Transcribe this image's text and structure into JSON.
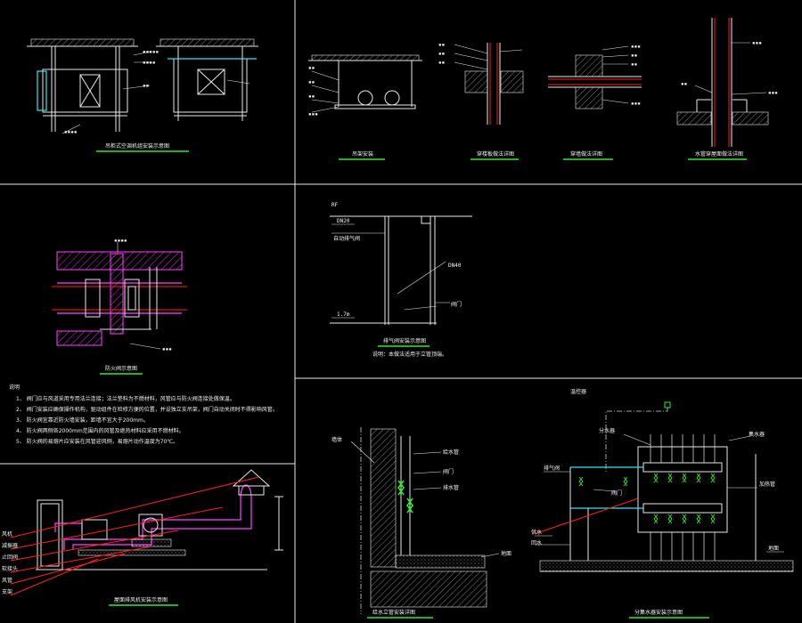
{
  "sheet": {
    "background": "#000000",
    "colors": {
      "line": "#e8e8e8",
      "title_underline": "#30e830",
      "duct": "#ff40ff",
      "leader": "#ff2020",
      "pipe": "#30e8f0",
      "valve": "#30e830",
      "fill_yellow": "#f0e000"
    }
  },
  "panels": {
    "p1": {
      "title": "吊柜式空调机组安装示意图"
    },
    "p2": {
      "title": "吊架安装"
    },
    "p3": {
      "title": "穿楼板做法详图"
    },
    "p4": {
      "title": "穿墙做法详图"
    },
    "p5": {
      "title": "水管穿屋面做法详图"
    },
    "p6": {
      "title": "防火阀示意图",
      "notes_header": "说明",
      "notes": [
        "1、 阀门应与风道采用专用法兰连接；法兰垫料为不燃材料，风管应与防火阀连接处做保温。",
        "2、 阀门安装应确保操作机构，驱动组件在检修方便的位置，并设独立支吊架，阀门自动关闭时不得影响风管。",
        "3、 防火阀宜靠近防火墙安装，距墙不宜大于200mm。",
        "4、 防火阀两侧各2000mm范围内的风管及绝热材料应采用不燃材料。",
        "5、 防火阀的易熔片应安装在风管迎风侧，易熔片动作温度为70℃。"
      ]
    },
    "p7": {
      "title": "排气阀安装示意图",
      "labels": [
        "RF",
        "DN20",
        "1.7m",
        "DN40",
        "自动排气阀",
        "阀门"
      ],
      "caption": "说明：本做法适用于立管顶端。"
    },
    "p8": {
      "title": "屋面排风机安装示意图",
      "labels": [
        "风机",
        "减振器",
        "止回阀",
        "软接头",
        "风管",
        "支架"
      ]
    },
    "p9": {
      "title": "给水立管安装详图",
      "labels": [
        "墙体",
        "给水管",
        "阀门",
        "排水管",
        "地面"
      ]
    },
    "p10": {
      "title": "分集水器安装示意图",
      "labels": [
        "温控器",
        "分水器",
        "集水器",
        "排气阀",
        "阀门",
        "供水",
        "回水",
        "地面",
        "加热管"
      ]
    }
  }
}
